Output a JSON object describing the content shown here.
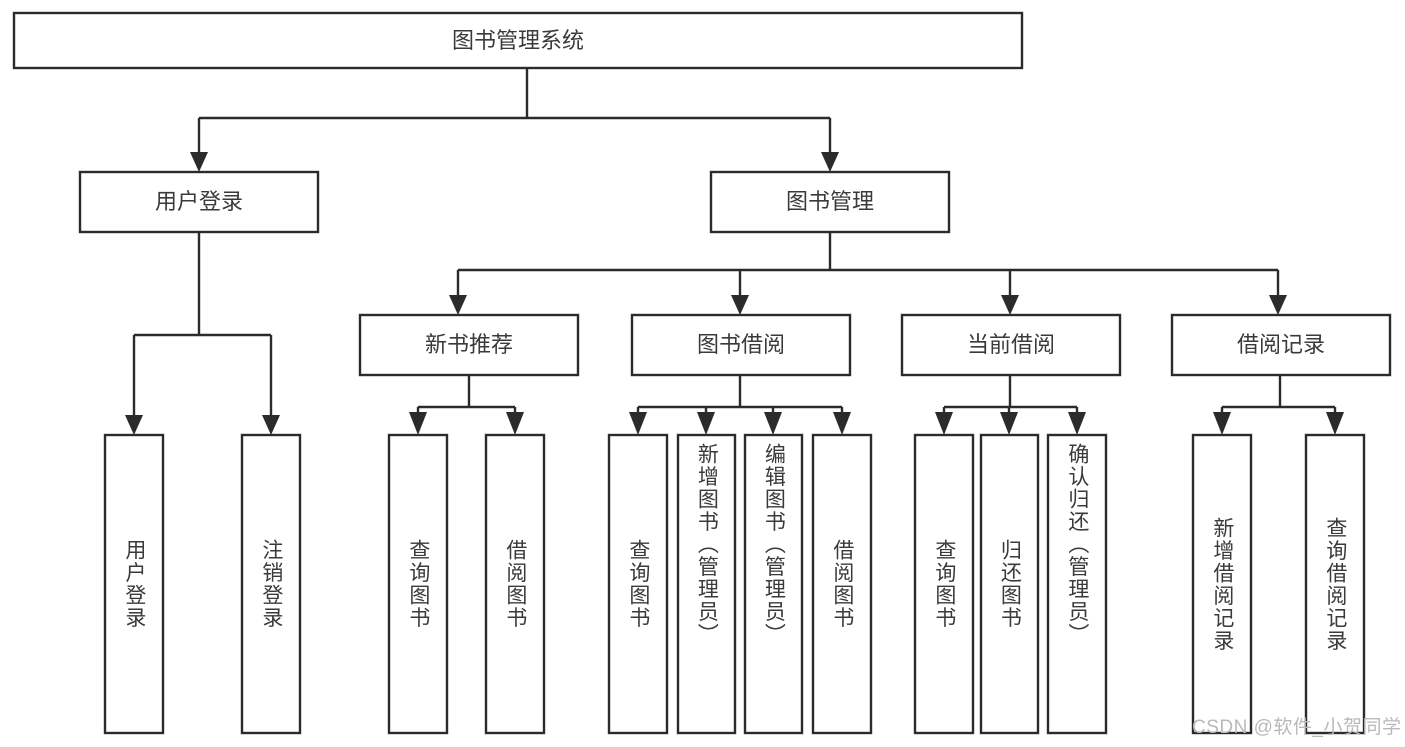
{
  "diagram": {
    "title": "图书管理系统",
    "watermark": "CSDN @软件_小贺同学",
    "type": "tree-hierarchy",
    "colors": {
      "stroke": "#2b2b2b",
      "text": "#3a3a3a",
      "background": "#ffffff",
      "watermark": "#b9b9b9"
    },
    "levels": {
      "root": "图书管理系统",
      "level1": [
        "用户登录",
        "图书管理"
      ],
      "level2": [
        "新书推荐",
        "图书借阅",
        "当前借阅",
        "借阅记录"
      ],
      "leaves": [
        "用户登录",
        "注销登录",
        "查询图书",
        "借阅图书",
        "查询图书",
        "新增图书（管理员）",
        "编辑图书（管理员）",
        "借阅图书",
        "查询图书",
        "归还图书",
        "确认归还（管理员）",
        "新增借阅记录",
        "查询借阅记录"
      ]
    },
    "nodes": {
      "root": {
        "label": "图书管理系统"
      },
      "user_login": {
        "label": "用户登录"
      },
      "book_manage": {
        "label": "图书管理"
      },
      "new_book_rec": {
        "label": "新书推荐"
      },
      "book_borrow": {
        "label": "图书借阅"
      },
      "current_borrow": {
        "label": "当前借阅"
      },
      "borrow_record": {
        "label": "借阅记录"
      },
      "leaf_user_login": {
        "label": "用户登录"
      },
      "leaf_logout": {
        "label": "注销登录"
      },
      "leaf_query_book_a": {
        "label": "查询图书"
      },
      "leaf_borrow_book_a": {
        "label": "借阅图书"
      },
      "leaf_query_book_b": {
        "label": "查询图书"
      },
      "leaf_add_book": {
        "label": "新增图书（管理员）"
      },
      "leaf_edit_book": {
        "label": "编辑图书（管理员）"
      },
      "leaf_borrow_book_b": {
        "label": "借阅图书"
      },
      "leaf_query_book_c": {
        "label": "查询图书"
      },
      "leaf_return_book": {
        "label": "归还图书"
      },
      "leaf_confirm_return": {
        "label": "确认归还（管理员）"
      },
      "leaf_add_record": {
        "label": "新增借阅记录"
      },
      "leaf_query_record": {
        "label": "查询借阅记录"
      }
    },
    "edges": [
      {
        "from": "root",
        "to": "user_login"
      },
      {
        "from": "root",
        "to": "book_manage"
      },
      {
        "from": "user_login",
        "to": "leaf_user_login"
      },
      {
        "from": "user_login",
        "to": "leaf_logout"
      },
      {
        "from": "book_manage",
        "to": "new_book_rec"
      },
      {
        "from": "book_manage",
        "to": "book_borrow"
      },
      {
        "from": "book_manage",
        "to": "current_borrow"
      },
      {
        "from": "book_manage",
        "to": "borrow_record"
      },
      {
        "from": "new_book_rec",
        "to": "leaf_query_book_a"
      },
      {
        "from": "new_book_rec",
        "to": "leaf_borrow_book_a"
      },
      {
        "from": "book_borrow",
        "to": "leaf_query_book_b"
      },
      {
        "from": "book_borrow",
        "to": "leaf_add_book"
      },
      {
        "from": "book_borrow",
        "to": "leaf_edit_book"
      },
      {
        "from": "book_borrow",
        "to": "leaf_borrow_book_b"
      },
      {
        "from": "current_borrow",
        "to": "leaf_query_book_c"
      },
      {
        "from": "current_borrow",
        "to": "leaf_return_book"
      },
      {
        "from": "current_borrow",
        "to": "leaf_confirm_return"
      },
      {
        "from": "borrow_record",
        "to": "leaf_add_record"
      },
      {
        "from": "borrow_record",
        "to": "leaf_query_record"
      }
    ]
  }
}
